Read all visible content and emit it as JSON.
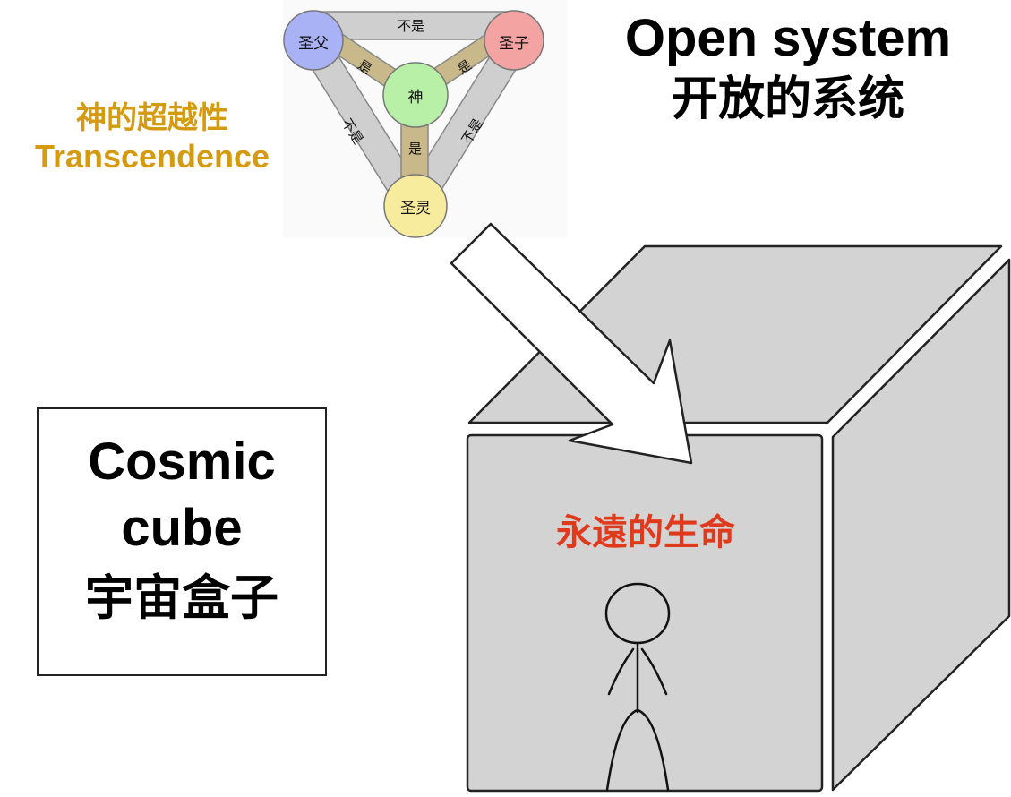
{
  "trinity": {
    "nodes": {
      "father": "圣父",
      "son": "圣子",
      "god": "神",
      "spirit": "圣灵"
    },
    "links": {
      "is": "是",
      "is_not": "不是"
    }
  },
  "transcendence": {
    "zh": "神的超越性",
    "en": "Transcendence"
  },
  "open_system": {
    "en": "Open system",
    "zh": "开放的系统"
  },
  "cosmic_cube": {
    "en_line1": "Cosmic",
    "en_line2": "cube",
    "zh": "宇宙盒子"
  },
  "eternal_life": "永遠的生命",
  "colors": {
    "transcendence": "#d49a10",
    "eternal_life": "#e03a1c",
    "father_node": "#a9b2f5",
    "son_node": "#f4a3a3",
    "god_node": "#b8f0a8",
    "spirit_node": "#f7ec9e",
    "is_band": "#c9b98a",
    "is_not_band": "#cfcfcf",
    "cube_face": "#d3d3d3"
  }
}
